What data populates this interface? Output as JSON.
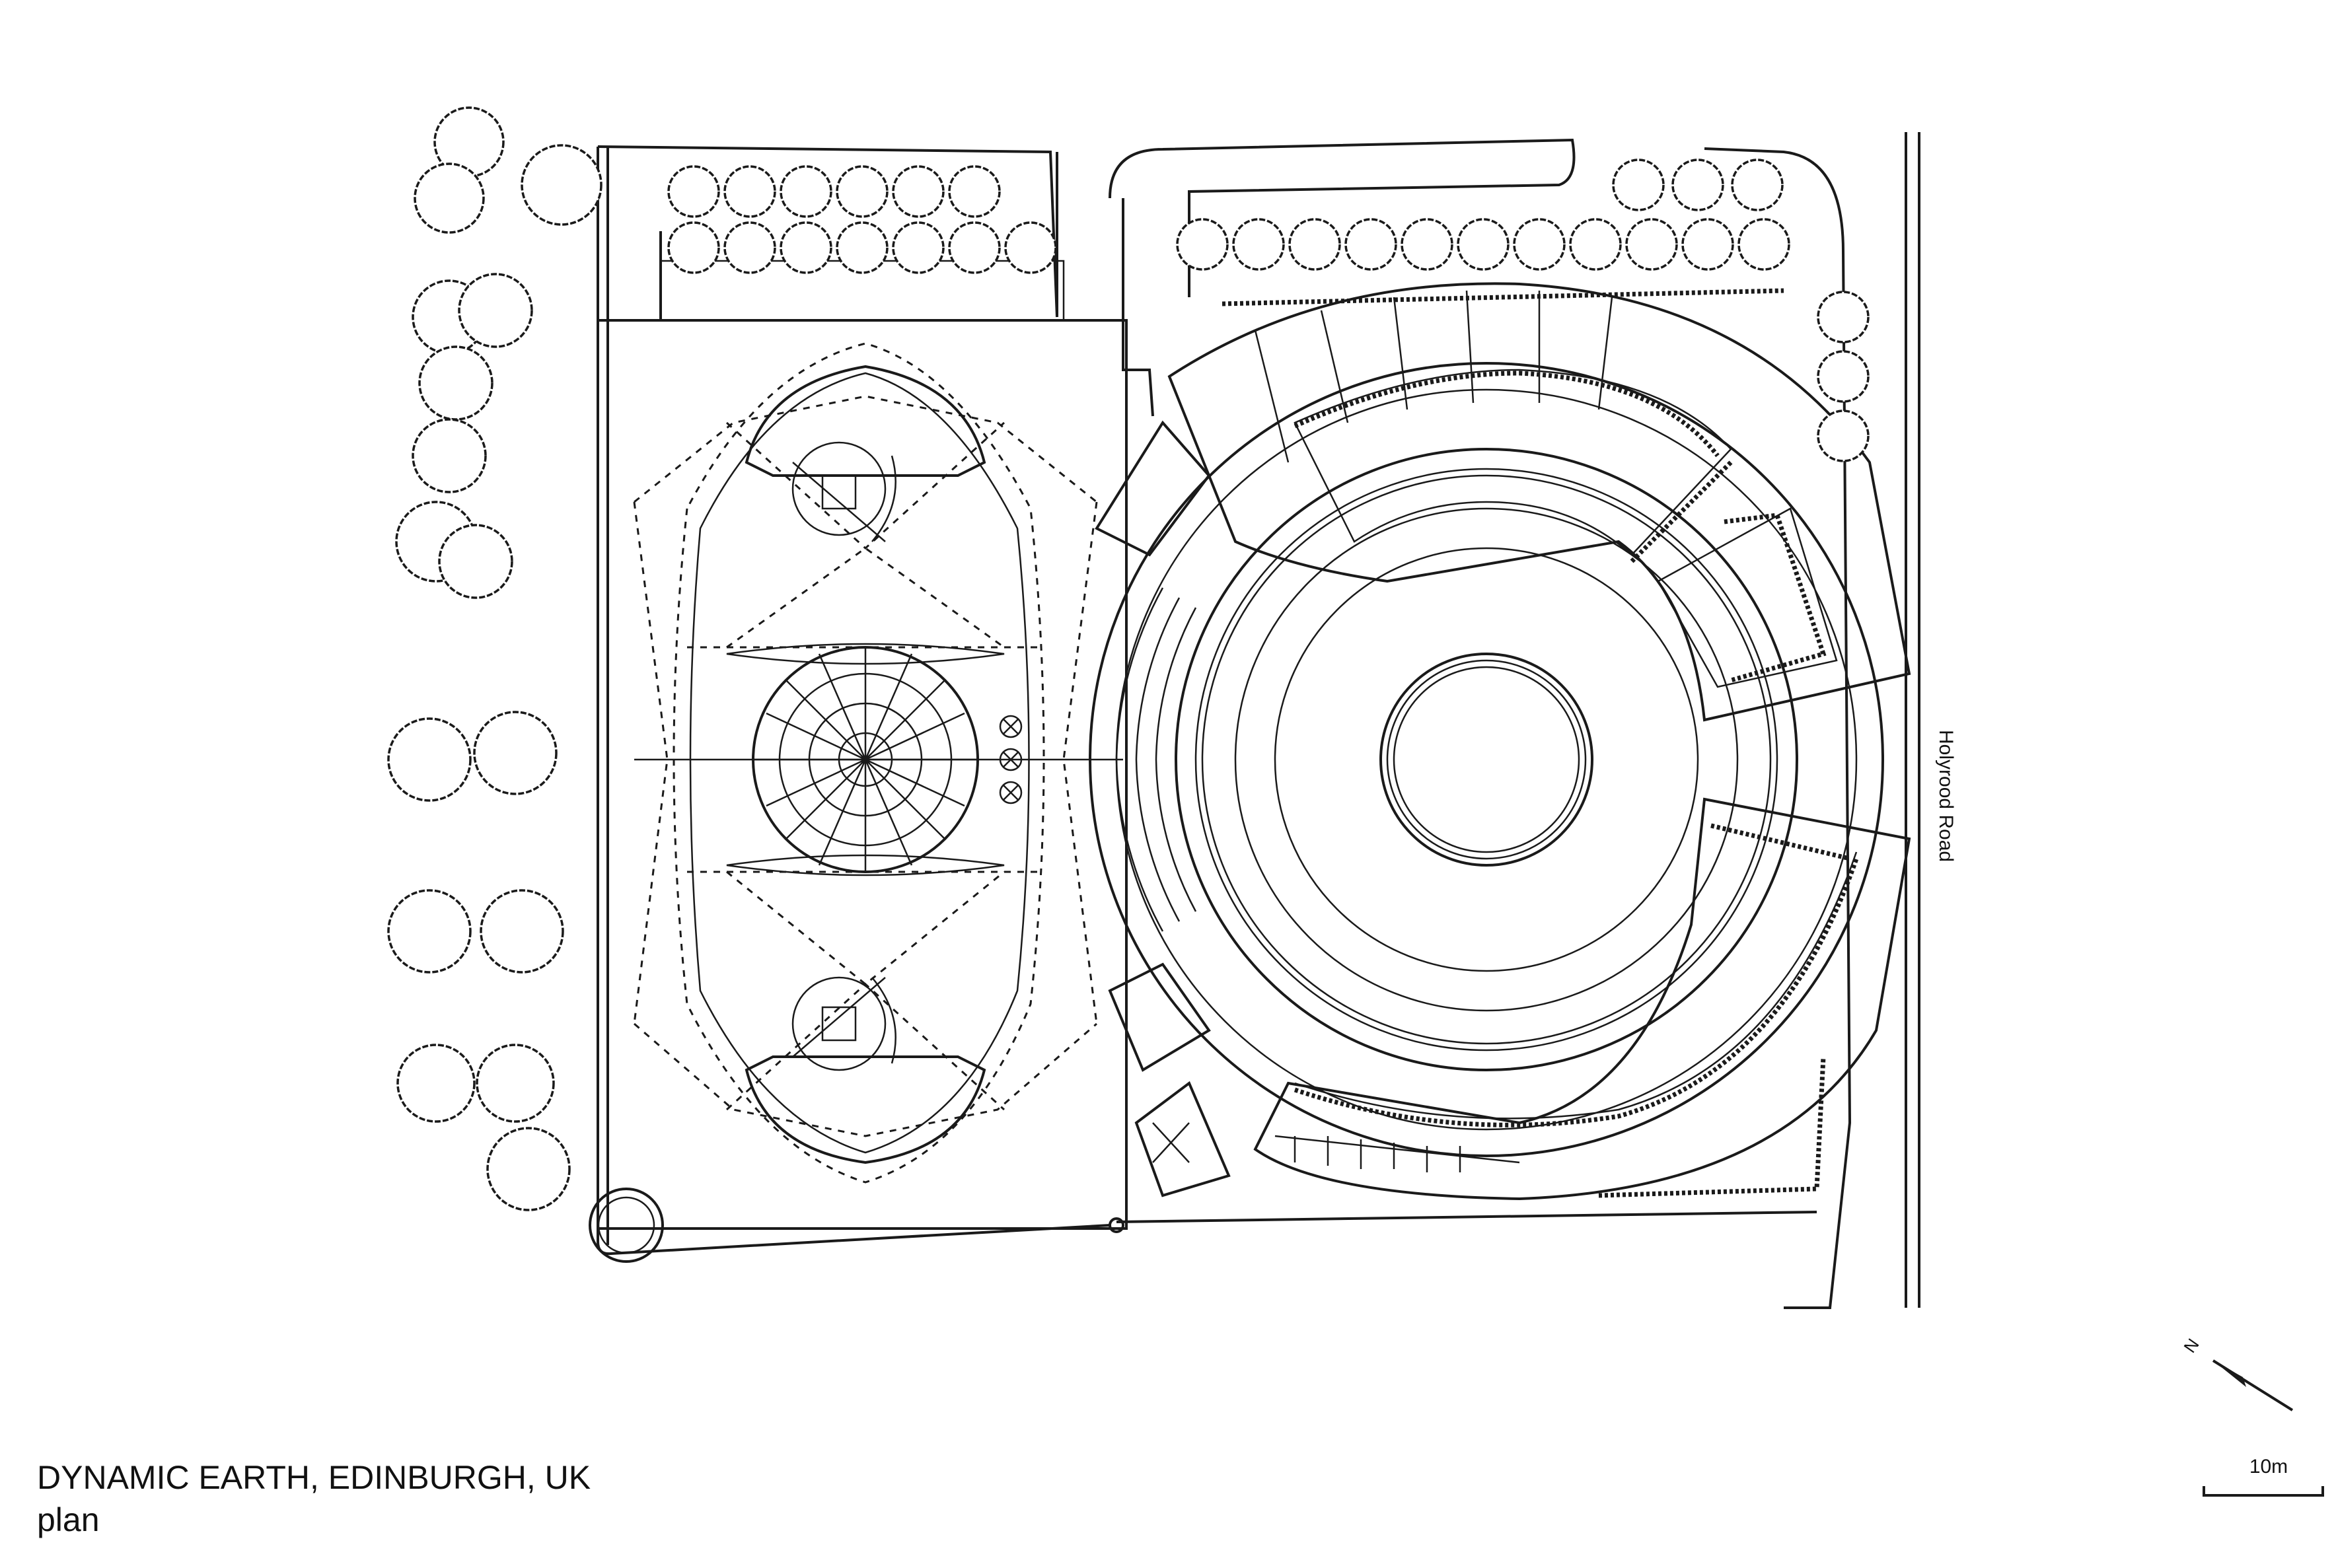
{
  "title": "DYNAMIC EARTH, EDINBURGH, UK",
  "subtitle": "plan",
  "road_label": "Holyrood Road",
  "north_label": "N",
  "scale_label": "10m",
  "colors": {
    "ink": "#1a1a1a",
    "paper": "#ffffff"
  },
  "icons": {
    "north_arrow": "north-arrow-icon",
    "scale_bar": "scale-bar-icon"
  }
}
